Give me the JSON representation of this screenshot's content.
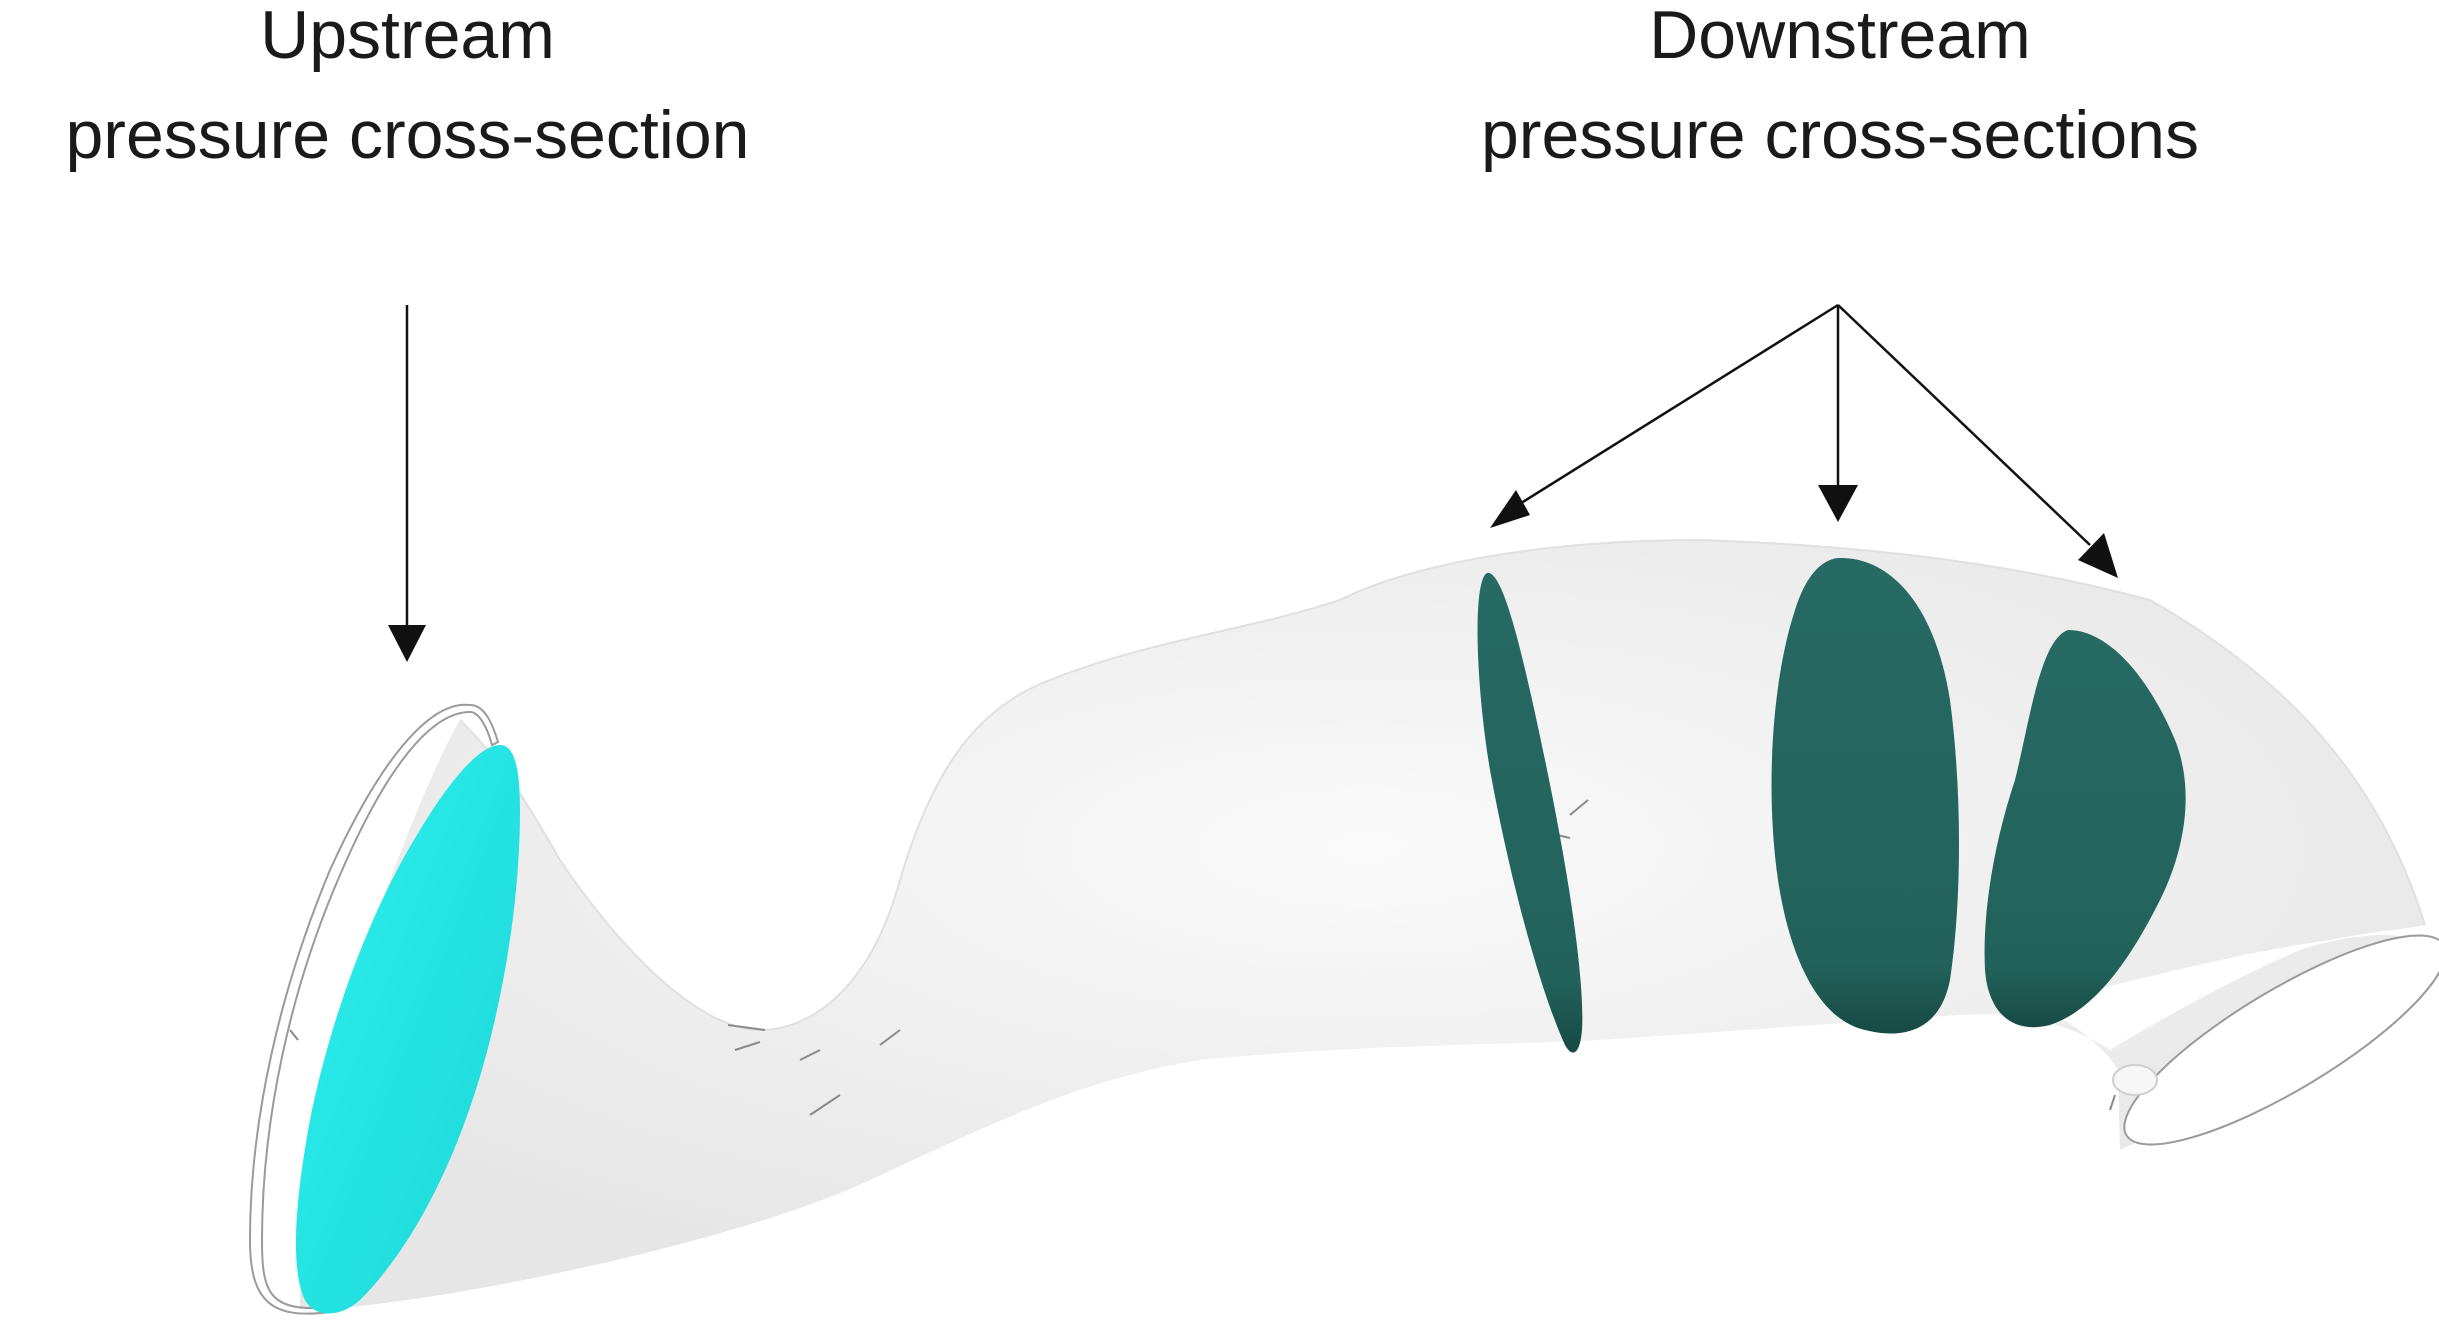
{
  "labels": {
    "upstream": {
      "line1": "Upstream",
      "line2": "pressure cross-section"
    },
    "downstream": {
      "line1": "Downstream",
      "line2": "pressure cross-sections"
    }
  },
  "colors": {
    "background": "#ffffff",
    "vessel_fill": "#efefef",
    "vessel_outline": "#bdbdbd",
    "upstream_section": "#22e8e8",
    "downstream_section": "#24675f",
    "arrow": "#111111",
    "text": "#1a1a1a"
  }
}
